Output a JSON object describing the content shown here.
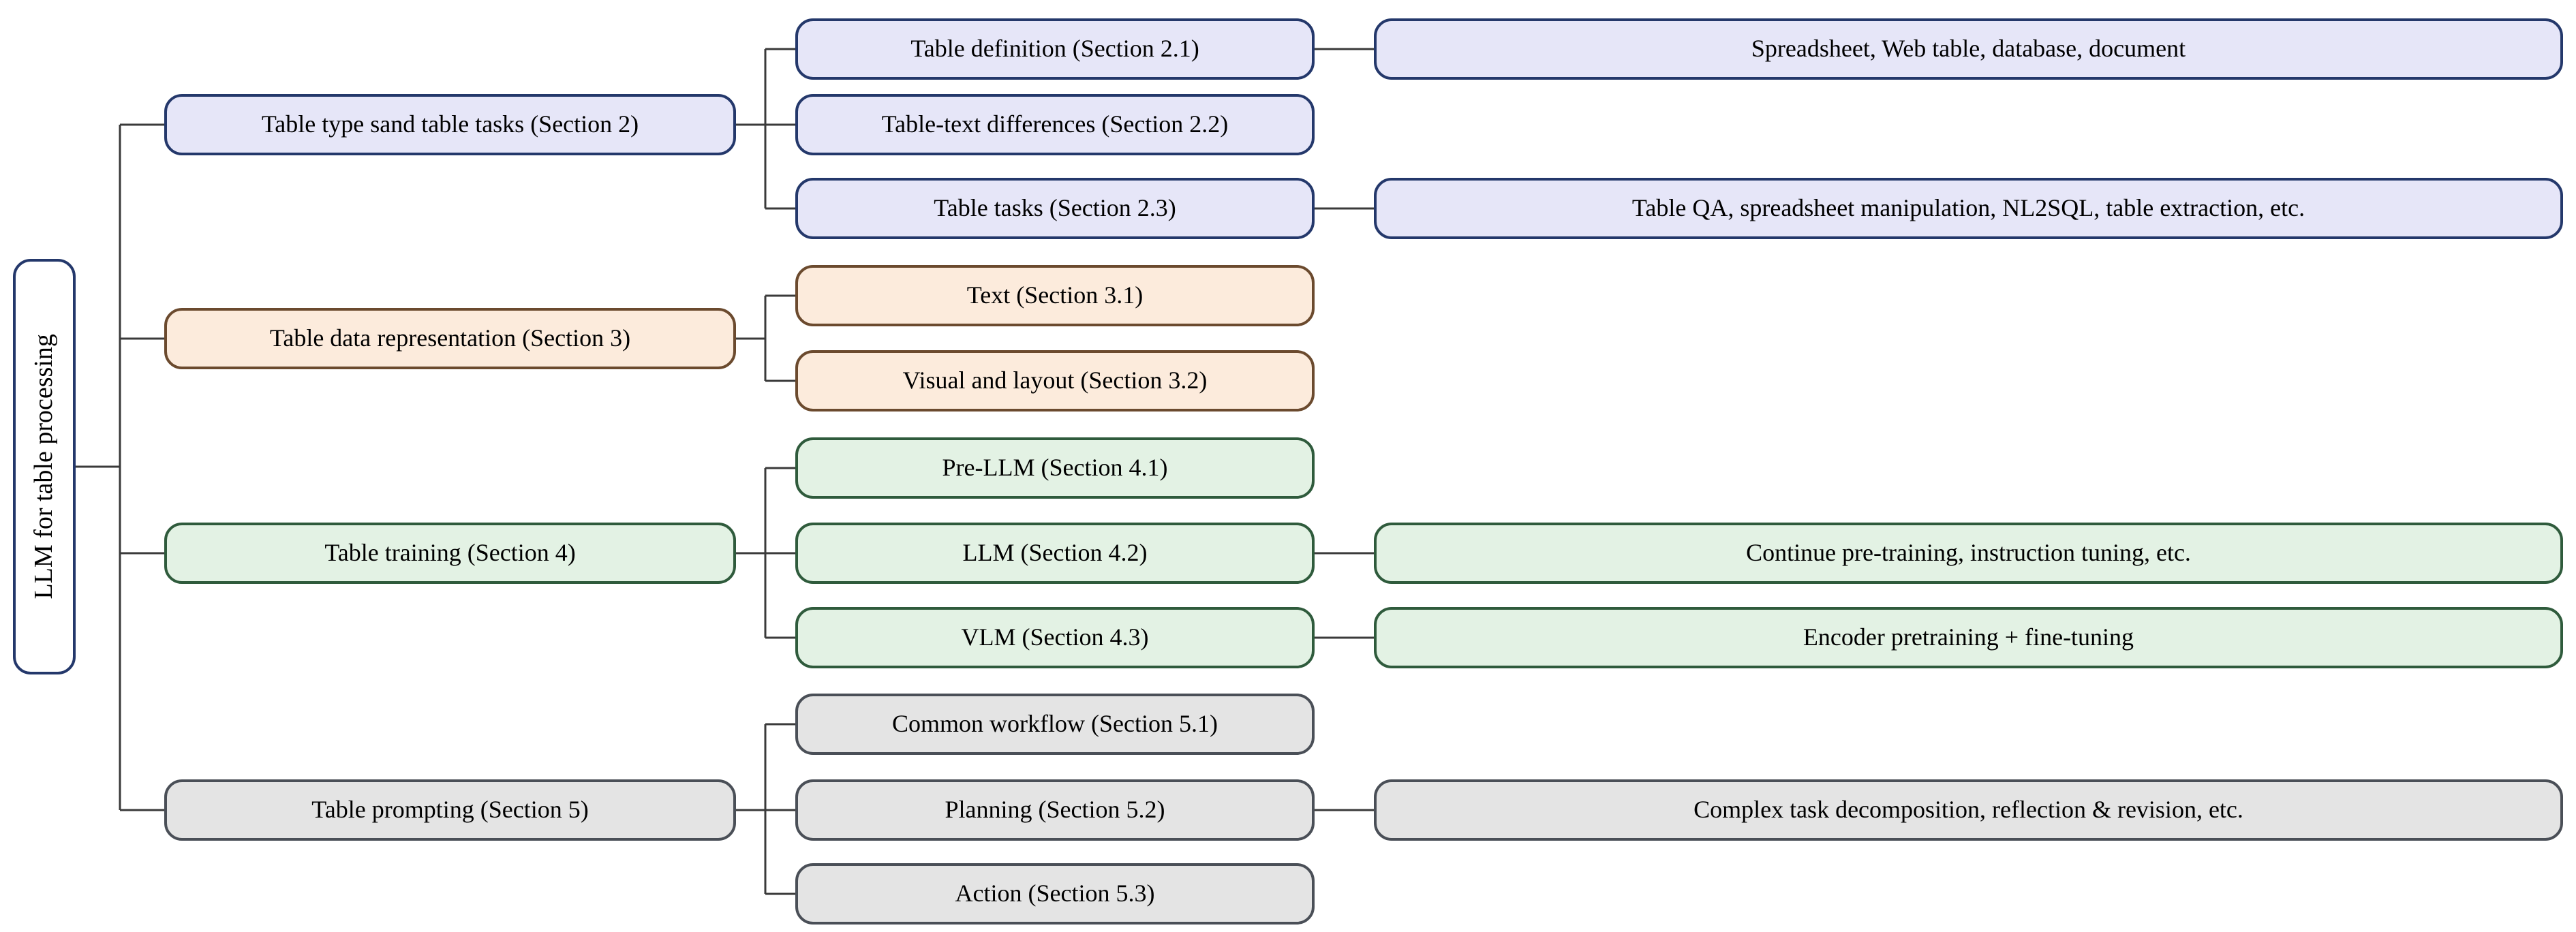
{
  "diagram": {
    "title": "LLM for table processing taxonomy",
    "root": {
      "label": "LLM for table processing"
    },
    "branches": [
      {
        "label": "Table type sand table tasks (Section 2)",
        "children": [
          {
            "label": "Table definition (Section 2.1)",
            "detail": "Spreadsheet, Web table, database, document"
          },
          {
            "label": "Table-text differences (Section 2.2)"
          },
          {
            "label": "Table tasks (Section 2.3)",
            "detail": "Table QA, spreadsheet manipulation, NL2SQL, table extraction, etc."
          }
        ]
      },
      {
        "label": "Table data representation (Section 3)",
        "children": [
          {
            "label": "Text (Section 3.1)"
          },
          {
            "label": "Visual and layout (Section 3.2)"
          }
        ]
      },
      {
        "label": "Table training (Section 4)",
        "children": [
          {
            "label": "Pre-LLM (Section 4.1)"
          },
          {
            "label": "LLM (Section 4.2)",
            "detail": "Continue pre-training, instruction tuning, etc."
          },
          {
            "label": "VLM (Section 4.3)",
            "detail": "Encoder pretraining + fine-tuning"
          }
        ]
      },
      {
        "label": "Table prompting (Section 5)",
        "children": [
          {
            "label": "Common workflow (Section 5.1)"
          },
          {
            "label": "Planning (Section 5.2)",
            "detail": "Complex task decomposition, reflection &amp; revision, etc."
          },
          {
            "label": "Action (Section 5.3)"
          }
        ]
      }
    ],
    "colors": {
      "blue_fill": "#e6e6f8",
      "peach_fill": "#fcebdc",
      "green_fill": "#e3f2e4",
      "gray_fill": "#e4e4e4",
      "root_fill": "#ffffff",
      "line": "#3a3a3a"
    }
  }
}
